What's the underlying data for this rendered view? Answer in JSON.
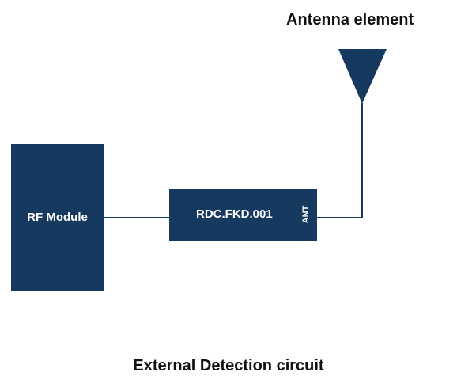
{
  "colors": {
    "block_fill": "#163a5f",
    "wire": "#163a5f",
    "text": "#111111",
    "block_text": "#ffffff"
  },
  "labels": {
    "antenna_element": "Antenna element",
    "rf_module": "RF Module",
    "component": "RDC.FKD.001",
    "port": "ANT",
    "footer_title": "External Detection circuit"
  },
  "icons": {
    "antenna": "triangle-antenna-icon"
  }
}
